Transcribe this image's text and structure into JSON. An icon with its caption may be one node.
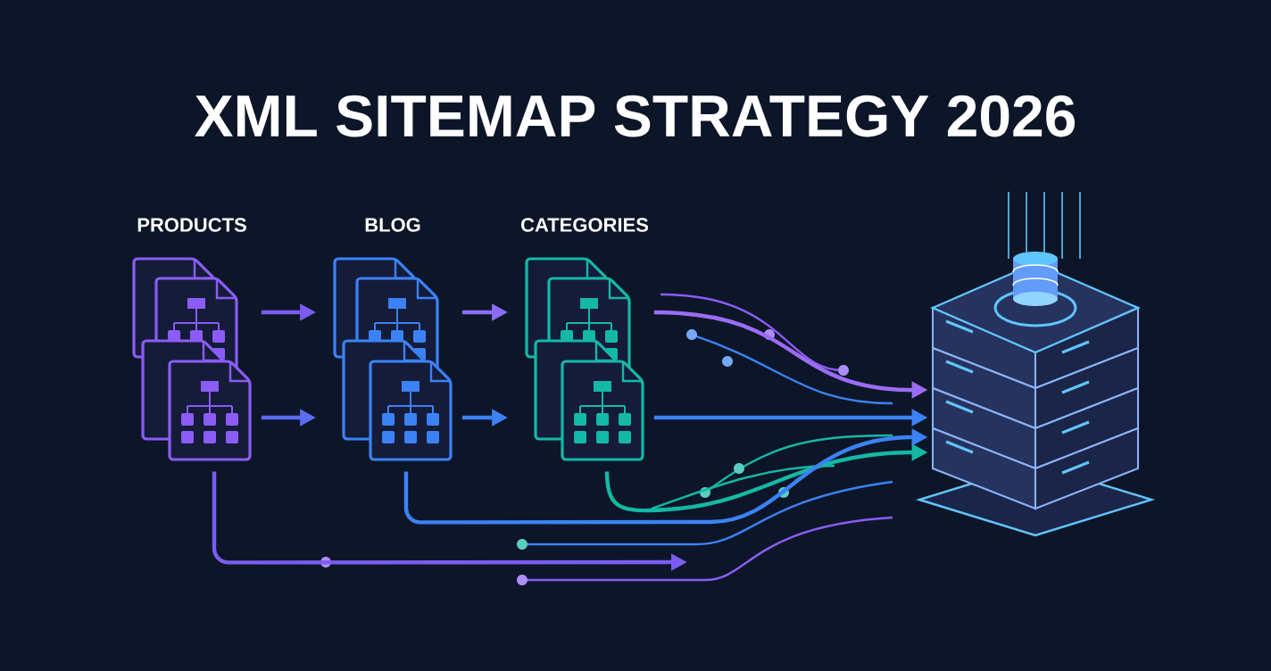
{
  "diagram": {
    "title": "XML SITEMAP STRATEGY 2026",
    "nodes": [
      {
        "text": [
          "PRODUCTS"
        ]
      },
      {
        "text": [
          "BLOG"
        ]
      },
      {
        "text": [
          "CATEGORIES"
        ]
      },
      {
        "text": [],
        "shape": "picture"
      }
    ],
    "edges": [
      {
        "from": 0,
        "to": 1,
        "arrow": "to",
        "color": "#7c5cf0"
      },
      {
        "from": 0,
        "to": 1,
        "arrow": "to",
        "color": "#5a6cf0"
      },
      {
        "from": 1,
        "to": 2,
        "arrow": "to",
        "color": "#8b6cf6"
      },
      {
        "from": 1,
        "to": 2,
        "arrow": "to",
        "color": "#3b82f6"
      },
      {
        "from": 2,
        "to": 3,
        "arrow": "to",
        "color": "#9b6cf6"
      },
      {
        "from": 2,
        "to": 3,
        "arrow": "to",
        "color": "#3b82f6"
      },
      {
        "from": 2,
        "to": 3,
        "arrow": "to",
        "color": "#14b8a6"
      },
      {
        "from": 1,
        "to": 3,
        "arrow": "to",
        "color": "#3b82f6"
      },
      {
        "from": 0,
        "to": null,
        "arrow": "to",
        "color": "#7c5cf0"
      }
    ]
  }
}
